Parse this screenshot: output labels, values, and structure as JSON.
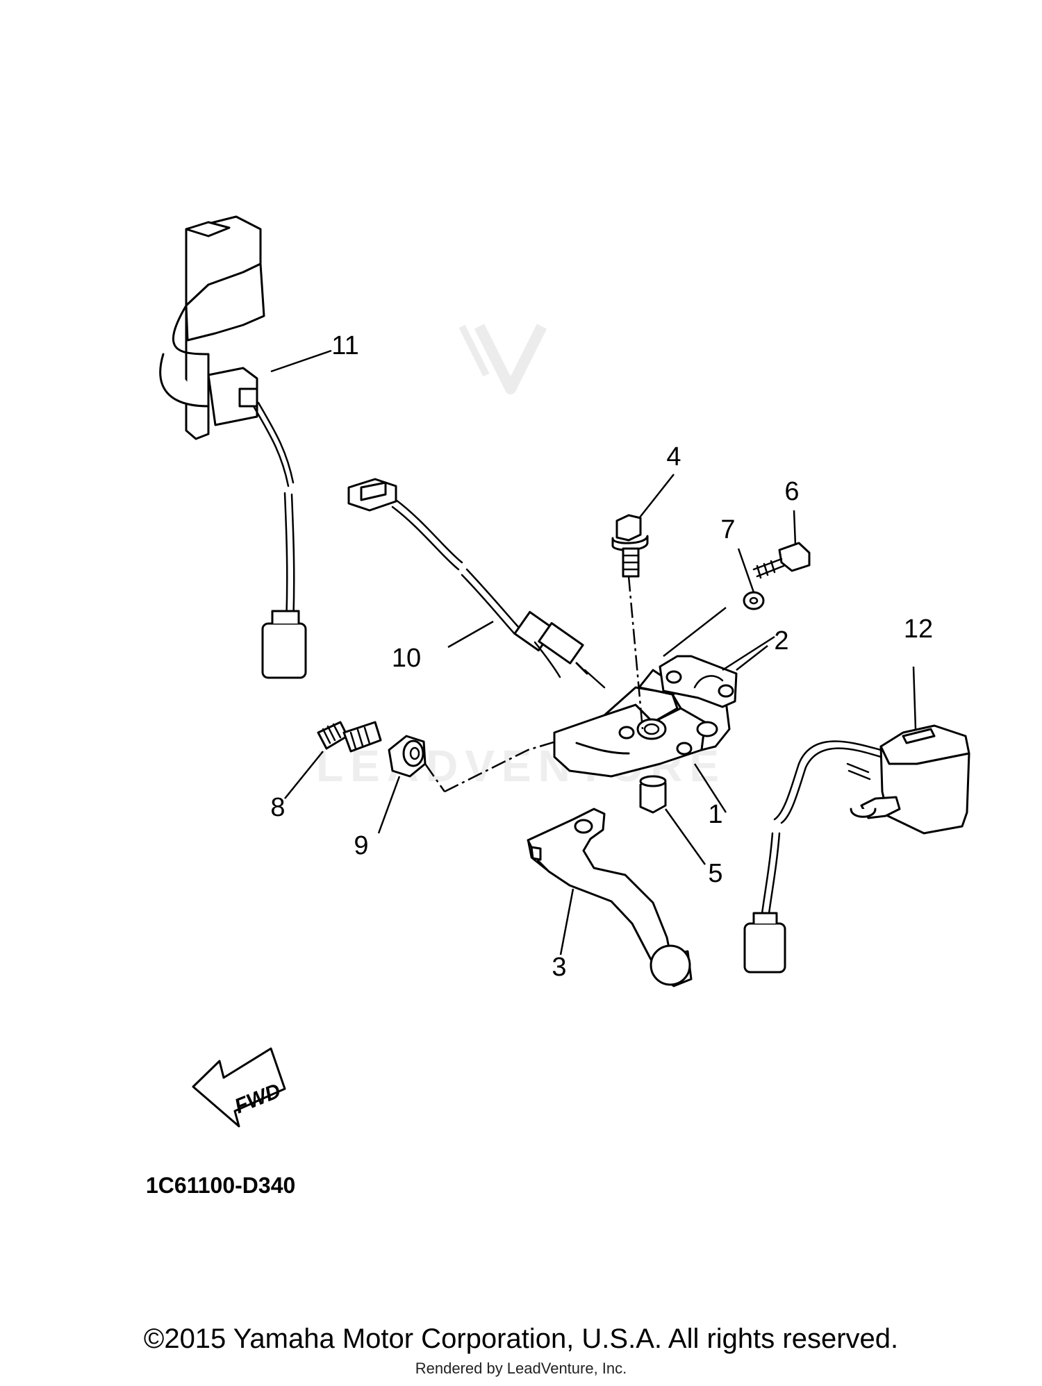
{
  "diagram": {
    "watermark": "LEADVENTURE",
    "callouts": [
      "1",
      "2",
      "3",
      "4",
      "5",
      "6",
      "7",
      "8",
      "9",
      "10",
      "11",
      "12"
    ],
    "direction_arrow_label": "FWD",
    "diagram_code": "1C61100-D340"
  },
  "footer": {
    "copyright": "©2015 Yamaha Motor Corporation, U.S.A. All rights reserved.",
    "rendered_by": "Rendered by LeadVenture, Inc."
  }
}
